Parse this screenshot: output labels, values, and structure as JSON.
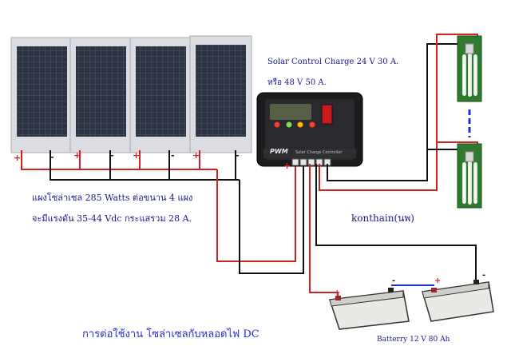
{
  "panels": {
    "count": 4,
    "description_line1": "แผงโซล่าเซล 285 Watts ต่อขนาน 4 แผง",
    "description_line2": "จะมีแรงดัน 35-44 Vdc กระแสรวม 28 A.",
    "polarity_plus": "+",
    "polarity_minus": "-"
  },
  "controller": {
    "title": "Solar Control Charge 24 V 30 A.",
    "alt_rating": "หรือ 48 V 50 A.",
    "brand": "PWM",
    "name_plate": "Solar Charge Controller"
  },
  "loads": {
    "label": "konthain(นพ)",
    "count": 2
  },
  "batteries": {
    "caption": "Batterry 12 V 80 Ah",
    "count": 2,
    "polarity_plus": "+",
    "polarity_minus": "-"
  },
  "caption": "การต่อใช้งาน โซล่าเซลกับหลอดไฟ DC",
  "colors": {
    "wire_positive": "#d42020",
    "wire_negative": "#111111",
    "wire_bridge": "#1c2fd6",
    "panel_cell": "#2c3443",
    "panel_frame": "#dcdde2",
    "label_text": "#1a1a8c",
    "caption_text": "#2a2ad0",
    "lamp_base": "#2f7a2f",
    "battery_body": "#e9e9e6"
  }
}
